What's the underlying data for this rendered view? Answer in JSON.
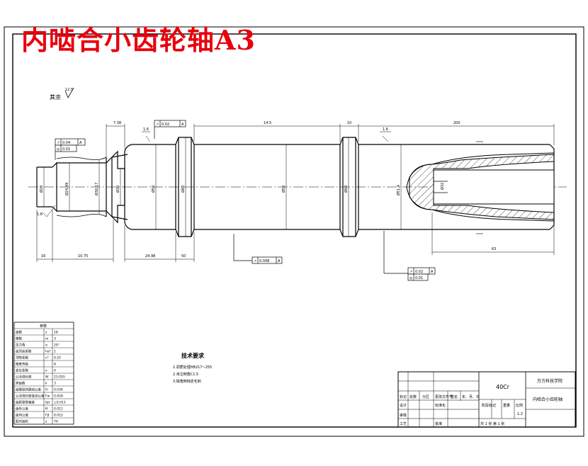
{
  "title_overlay": "内啮合小齿轮轴A3",
  "roughness_note": {
    "prefix": "其余",
    "value": "12.5"
  },
  "dimensions": {
    "top": [
      "7.38",
      "14.5",
      "10",
      "200"
    ],
    "bottom": [
      "16",
      "10.75",
      "24.98",
      "50"
    ],
    "right_bottom": "63",
    "diameters": [
      "Ø20",
      "Ø24.49",
      "Ø30.17",
      "Ø30",
      "Ø50",
      "Ø60",
      "Ø32",
      "Ø51.4"
    ],
    "chamfers": [
      "1.6",
      "1.6",
      "1.6"
    ]
  },
  "tolerance_frames": {
    "top_left": [
      {
        "sym": "↗",
        "val": "0.04",
        "datum": "A"
      },
      {
        "sym": "◎",
        "val": "0.01",
        "datum": ""
      }
    ],
    "top_mid": {
      "sym": "↗",
      "val": "0.02",
      "datum": "A"
    },
    "bottom_mid": {
      "sym": "↗",
      "val": "0.008",
      "datum": "A"
    },
    "bottom_right": [
      {
        "sym": "↗",
        "val": "0.02",
        "datum": "A"
      },
      {
        "sym": "◎",
        "val": "0.01",
        "datum": ""
      }
    ]
  },
  "technical_requirements": {
    "title": "技术要求",
    "items": [
      "1.调质处理HB217~255",
      "2.未注倒角C1.5",
      "3.锐角倒钝去毛刺"
    ]
  },
  "gear_table": {
    "header": "参数",
    "rows": [
      [
        "齿数",
        "z",
        "18"
      ],
      [
        "模数",
        "m",
        "3"
      ],
      [
        "压力角",
        "α",
        "20°"
      ],
      [
        "齿顶高系数",
        "ha*",
        "1"
      ],
      [
        "顶隙系数",
        "c*",
        "0.25"
      ],
      [
        "精度等级",
        "",
        "8"
      ],
      [
        "变位系数",
        "x",
        "0"
      ],
      [
        "公法线长度",
        "W",
        "23.055"
      ],
      [
        "跨齿数",
        "k",
        "3"
      ],
      [
        "齿圈径向跳动公差",
        "Fr",
        "0.036"
      ],
      [
        "公法线长度变动公差",
        "Fw",
        "0.028"
      ],
      [
        "齿距极限偏差",
        "fpt",
        "±0.013"
      ],
      [
        "齿形公差",
        "ff",
        "0.011"
      ],
      [
        "齿向公差",
        "Fβ",
        "0.012"
      ],
      [
        "配对齿轮",
        "z",
        "70"
      ]
    ]
  },
  "title_block": {
    "material": "40Cr",
    "school": "万方科技学院",
    "part_name": "内啮合小齿轮轴",
    "scale": "1:2",
    "sheet_info": "共 1 张 第 1 张",
    "row_labels": [
      "标记",
      "处数",
      "分区",
      "更改文件号",
      "签名",
      "年、月、日"
    ],
    "designer": "设计",
    "std": "标准化",
    "checker": "审核",
    "process": "工艺",
    "approve": "批准",
    "stage": "阶段标记",
    "weight": "重量",
    "ratio": "比例"
  }
}
